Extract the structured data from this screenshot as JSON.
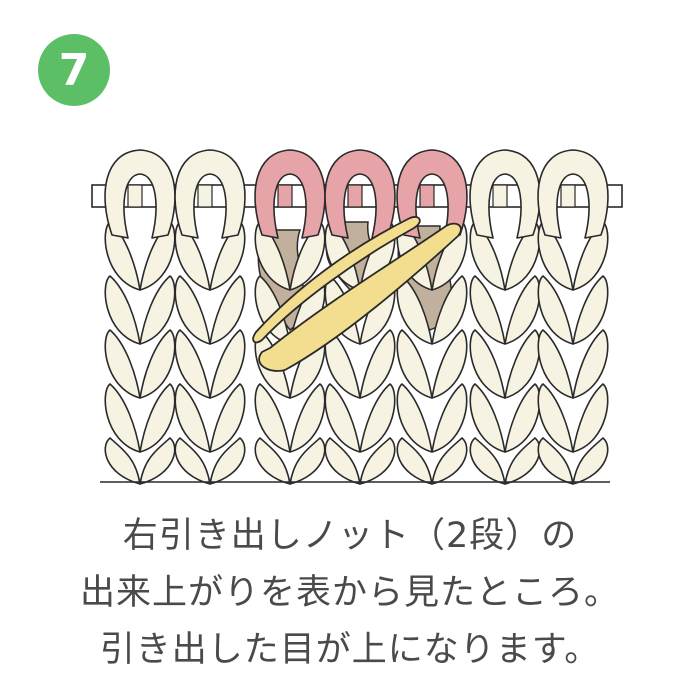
{
  "step": {
    "number": "7",
    "badge_color": "#5cbf66"
  },
  "caption": {
    "lines": [
      "右引き出しノット（2段）の",
      "出来上がりを表から見たところ。",
      "引き出した目が上になります。"
    ]
  },
  "colors": {
    "yarn_main": "#f7f3e3",
    "yarn_pink": "#e6a4a8",
    "yarn_tan": "#c1b09c",
    "yarn_yellow": "#f3de8f",
    "outline": "#2a2a2a",
    "needle": "#ffffff"
  }
}
